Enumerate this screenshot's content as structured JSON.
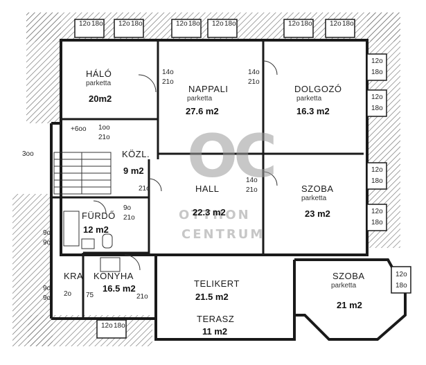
{
  "rooms": {
    "halo": {
      "name": "HÁLÓ",
      "floor": "parketta",
      "area": "20m2"
    },
    "nappali": {
      "name": "NAPPALI",
      "floor": "parketta",
      "area": "27.6 m2"
    },
    "dolgozo": {
      "name": "DOLGOZÓ",
      "floor": "parketta",
      "area": "16.3 m2"
    },
    "kozl": {
      "name": "KÖZL.",
      "area": "9 m2"
    },
    "hall": {
      "name": "HALL",
      "area": "22.3 m2"
    },
    "szoba1": {
      "name": "SZOBA",
      "floor": "parketta",
      "area": "23 m2"
    },
    "furdo": {
      "name": "FÜRDŐ",
      "area": "12 m2"
    },
    "konyha": {
      "name": "KONYHA",
      "area": "16.5 m2"
    },
    "kamra": {
      "name": "KRA"
    },
    "telikert": {
      "name": "TELIKERT",
      "area": "21.5 m2"
    },
    "szoba2": {
      "name": "SZOBA",
      "floor": "parketta",
      "area": "21 m2"
    },
    "terasz": {
      "name": "TERASZ",
      "area": "11 m2"
    }
  },
  "dimensions": {
    "win_w": "12o",
    "win_h": "18o",
    "door_w": "14o",
    "door_h": "21o",
    "d100": "1oo",
    "d210": "21o",
    "d300": "3oo",
    "d600": "+6oo",
    "d90": "9o",
    "d75": "75",
    "d20": "2o"
  },
  "watermark": {
    "logo": "OC",
    "line1": "OTTHON",
    "line2": "CENTRUM"
  }
}
